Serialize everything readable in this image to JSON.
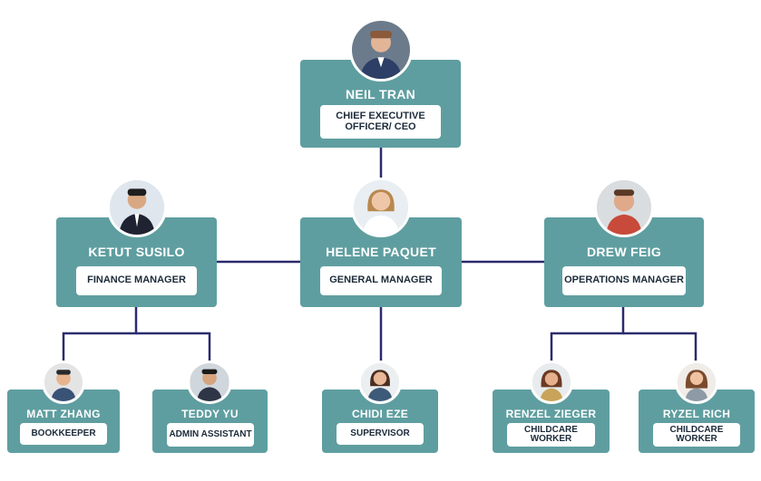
{
  "colors": {
    "box": "#5f9ea0",
    "line": "#2b2b6e",
    "text_dark": "#1c2b3a"
  },
  "people": {
    "ceo": {
      "name": "NEIL TRAN",
      "title": "CHIEF  EXECUTIVE OFFICER/ CEO",
      "avatar_icon": "person-avatar-icon"
    },
    "finance": {
      "name": "KETUT SUSILO",
      "title": "FINANCE MANAGER",
      "avatar_icon": "person-avatar-icon"
    },
    "general": {
      "name": "HELENE PAQUET",
      "title": "GENERAL  MANAGER",
      "avatar_icon": "person-avatar-icon"
    },
    "operations": {
      "name": "DREW FEIG",
      "title": "OPERATIONS MANAGER",
      "avatar_icon": "person-avatar-icon"
    },
    "bookkeeper": {
      "name": "MATT ZHANG",
      "title": "BOOKKEEPER",
      "avatar_icon": "person-avatar-icon"
    },
    "admin": {
      "name": "TEDDY YU",
      "title": "ADMIN ASSISTANT",
      "avatar_icon": "person-avatar-icon"
    },
    "supervisor": {
      "name": "CHIDI EZE",
      "title": "SUPERVISOR",
      "avatar_icon": "person-avatar-icon"
    },
    "childcare1": {
      "name": "RENZEL ZIEGER",
      "title": "CHILDCARE WORKER",
      "avatar_icon": "person-avatar-icon"
    },
    "childcare2": {
      "name": "RYZEL RICH",
      "title": "CHILDCARE WORKER",
      "avatar_icon": "person-avatar-icon"
    }
  }
}
